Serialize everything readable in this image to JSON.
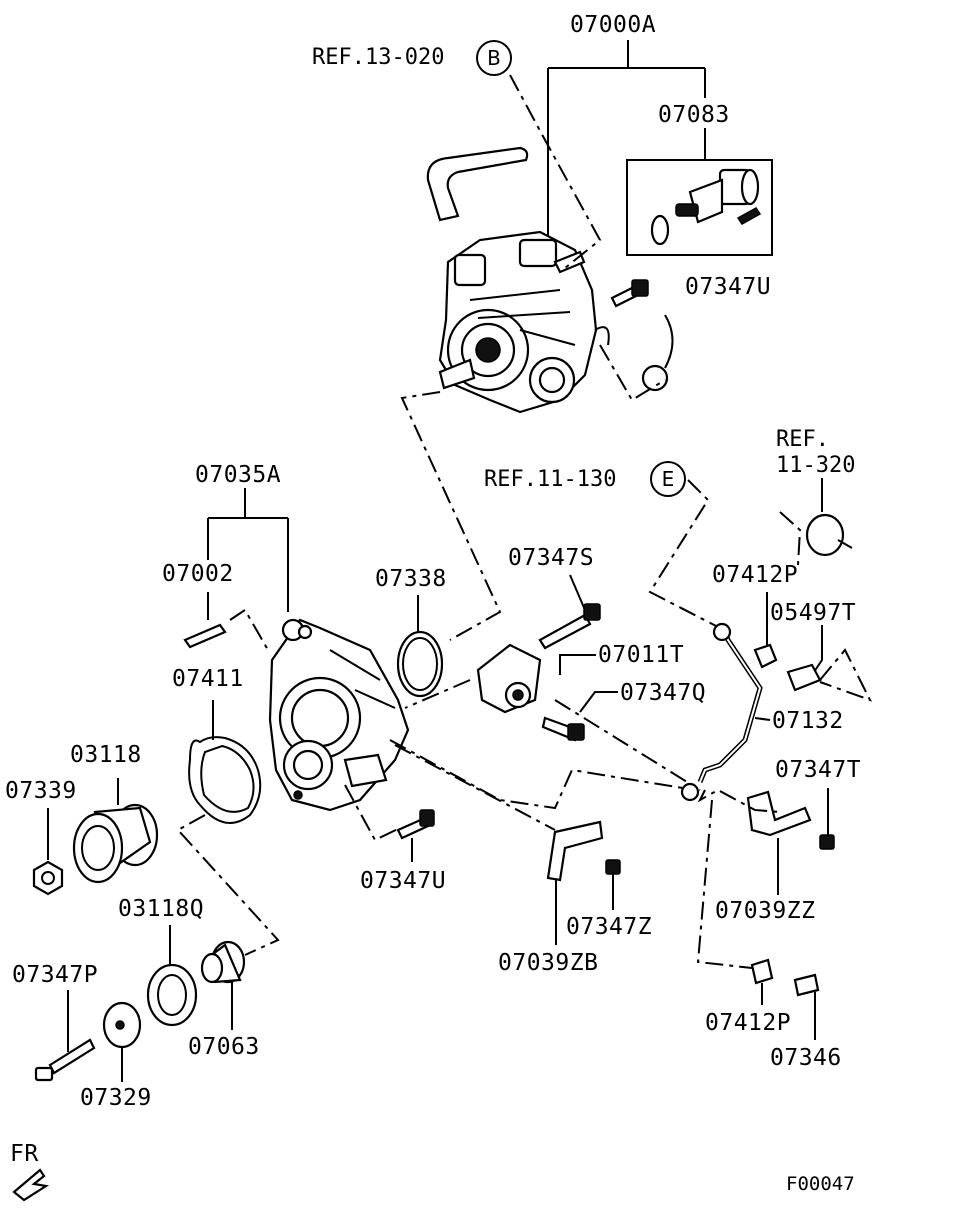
{
  "refs": {
    "ref_13_020": "REF.13-020",
    "ref_13_020_circle": "B",
    "ref_11_130": "REF.11-130",
    "ref_11_130_circle": "E",
    "ref_11_320_line1": "REF.",
    "ref_11_320_line2": "11-320"
  },
  "labels": {
    "p07000A": "07000A",
    "p07083": "07083",
    "p07347U_top": "07347U",
    "p07035A": "07035A",
    "p07002": "07002",
    "p07338": "07338",
    "p07347S": "07347S",
    "p07011T": "07011T",
    "p07347Q": "07347Q",
    "p07412P_top": "07412P",
    "p05497T": "05497T",
    "p07132": "07132",
    "p07347T": "07347T",
    "p07411": "07411",
    "p03118": "03118",
    "p07339": "07339",
    "p07347U_bot": "07347U",
    "p07347Z": "07347Z",
    "p07039ZZ": "07039ZZ",
    "p07039ZB": "07039ZB",
    "p03118Q": "03118Q",
    "p07347P": "07347P",
    "p07063": "07063",
    "p07329": "07329",
    "p07412P_bot": "07412P",
    "p07346": "07346"
  },
  "orientation": {
    "fr_label": "FR"
  },
  "figure_code": "F00047"
}
